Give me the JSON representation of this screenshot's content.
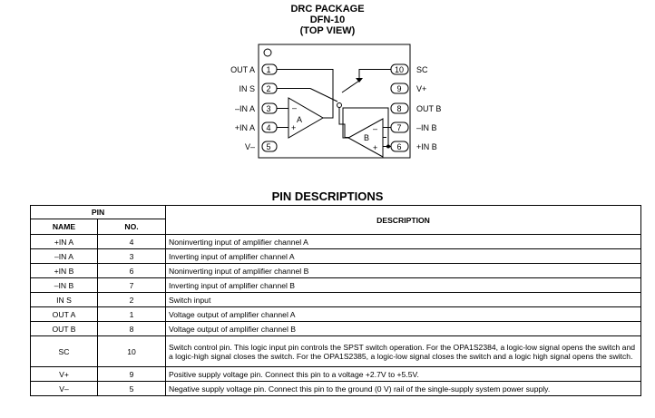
{
  "package": {
    "title": "DRC PACKAGE",
    "subtitle": "DFN-10",
    "view": "(TOP VIEW)"
  },
  "diagram": {
    "left_pins": [
      {
        "name": "OUT A",
        "num": "1"
      },
      {
        "name": "IN S",
        "num": "2"
      },
      {
        "name": "–IN A",
        "num": "3"
      },
      {
        "name": "+IN A",
        "num": "4"
      },
      {
        "name": "V–",
        "num": "5"
      }
    ],
    "right_pins": [
      {
        "name": "SC",
        "num": "10"
      },
      {
        "name": "V+",
        "num": "9"
      },
      {
        "name": "OUT B",
        "num": "8"
      },
      {
        "name": "–IN B",
        "num": "7"
      },
      {
        "name": "+IN B",
        "num": "6"
      }
    ],
    "amp_a": "A",
    "amp_b": "B",
    "minus_sign": "–",
    "plus_sign": "+"
  },
  "section_title": "PIN DESCRIPTIONS",
  "table": {
    "group_header": "PIN",
    "col_name": "NAME",
    "col_no": "NO.",
    "col_desc": "DESCRIPTION",
    "rows": [
      {
        "name": "+IN A",
        "no": "4",
        "desc": "Noninverting input of amplifier channel A"
      },
      {
        "name": "–IN A",
        "no": "3",
        "desc": "Inverting input of amplifier channel A"
      },
      {
        "name": "+IN B",
        "no": "6",
        "desc": "Noninverting input of amplifier channel B"
      },
      {
        "name": "–IN B",
        "no": "7",
        "desc": "Inverting input of amplifier channel B"
      },
      {
        "name": "IN S",
        "no": "2",
        "desc": "Switch input"
      },
      {
        "name": "OUT A",
        "no": "1",
        "desc": "Voltage output of amplifier channel A"
      },
      {
        "name": "OUT B",
        "no": "8",
        "desc": "Voltage output of amplifier channel B"
      },
      {
        "name": "SC",
        "no": "10",
        "desc": "Switch control pin. This logic input pin controls the SPST switch operation. For the OPA1S2384, a logic-low signal opens the switch and a logic-high signal closes the switch. For the OPA1S2385, a logic-low signal closes the switch and a logic high signal opens the switch."
      },
      {
        "name": "V+",
        "no": "9",
        "desc": "Positive supply voltage pin. Connect this pin to a voltage +2.7V to +5.5V."
      },
      {
        "name": "V–",
        "no": "5",
        "desc": "Negative supply voltage pin. Connect this pin to the ground (0 V) rail of the single-supply system power supply."
      }
    ]
  }
}
